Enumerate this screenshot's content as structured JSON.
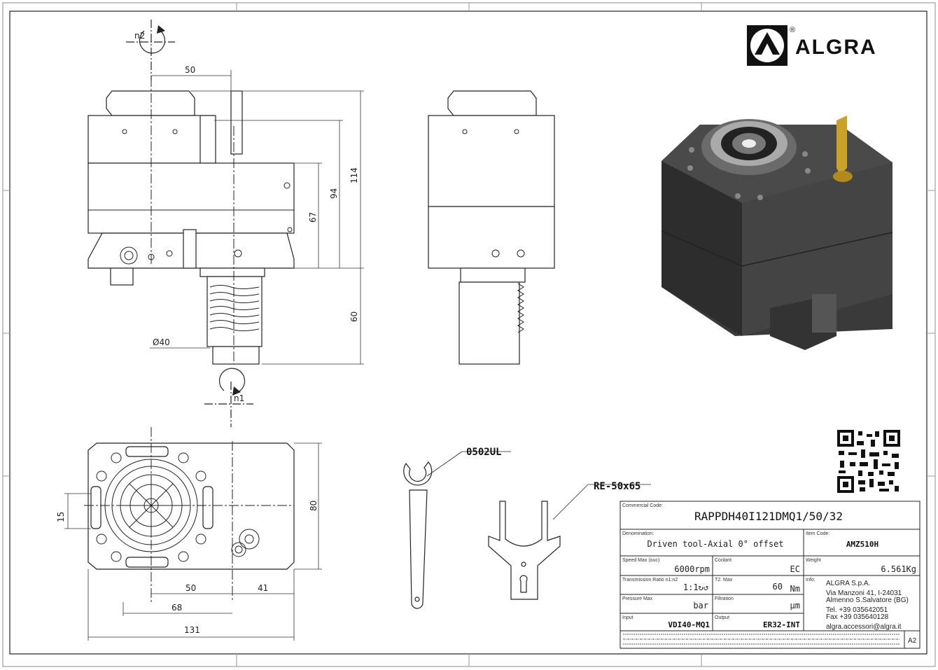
{
  "brand": {
    "name": "ALGRA",
    "registered": "®",
    "logo_icon": "triangle-in-circle-logo"
  },
  "views": {
    "rotation_top": "n2",
    "rotation_bottom": "n1",
    "front_dims": {
      "top_offset": "50",
      "height_total": "114",
      "height_body": "94",
      "height_mid": "67",
      "shank_length": "60",
      "shank_diameter": "Ø40"
    },
    "bottom_dims": {
      "offset_15": "15",
      "height_80": "80",
      "width_50": "50",
      "width_41": "41",
      "width_68": "68",
      "width_131": "131"
    }
  },
  "accessories": {
    "wrench_code": "0502UL",
    "collet_code": "RE-50x65"
  },
  "title_block": {
    "commercial_code_label": "Commercial Code:",
    "commercial_code": "RAPPDH40I121DMQ1/50/32",
    "denomination_label": "Denomination:",
    "denomination": "Driven tool-Axial 0° offset",
    "item_code_label": "Item Code:",
    "item_code": "AMZ510H",
    "speed_label": "Speed Max (ouc)",
    "speed": "6000rpm",
    "coolant_label": "Coolant",
    "coolant": "EC",
    "weight_label": "Weight",
    "weight": "6.561Kg",
    "ratio_label": "Transmission Ratio n1:n2",
    "ratio": "1:1↻↺",
    "torque_label": "T2. Max",
    "torque": "60",
    "torque_unit": "Nm",
    "info_label": "Info:",
    "pressure_label": "Pressure Max",
    "pressure": "bar",
    "filtration_label": "Filtration",
    "filtration": "µm",
    "input_label": "Input",
    "input": "VDI40-MQ1",
    "output_label": "Output",
    "output": "ER32-INT",
    "company": "ALGRA S.p.A.",
    "address1": "Via Manzoni 41, I-24031",
    "address2": "Almenno S.Salvatore (BG)",
    "tel": "Tel. +39 035642051",
    "fax": "Fax +39 035640128",
    "email": "algra.accessori@algra.it",
    "sheet_size": "A2"
  },
  "colors": {
    "ink": "#222222",
    "body_dark": "#3a3a3a",
    "body_mid": "#555555",
    "brass": "#c9a227"
  }
}
